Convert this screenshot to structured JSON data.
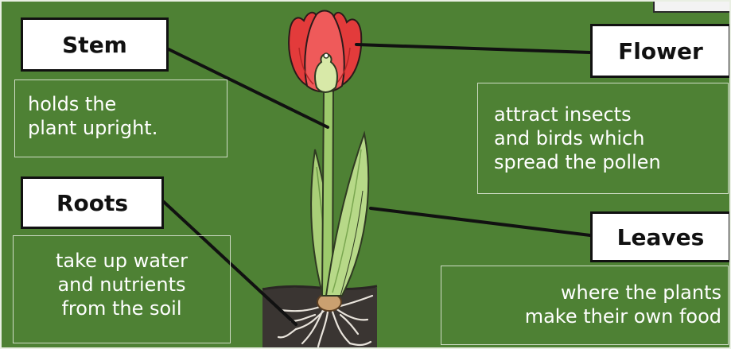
{
  "labels": {
    "stem": "Stem",
    "flower": "Flower",
    "roots": "Roots",
    "leaves": "Leaves"
  },
  "descriptions": {
    "stem": [
      "holds the",
      "plant upright."
    ],
    "flower": [
      "attract insects",
      "and birds which",
      "spread the pollen"
    ],
    "roots": [
      "take up water",
      "and nutrients",
      "from the soil"
    ],
    "leaves": [
      "where the plants",
      "make their own food"
    ]
  },
  "colors": {
    "background": "#4e8134",
    "petal": "#e63d3d",
    "leaf": "#a9cf78",
    "soil": "#3a3532",
    "label_bg": "#ffffff"
  }
}
